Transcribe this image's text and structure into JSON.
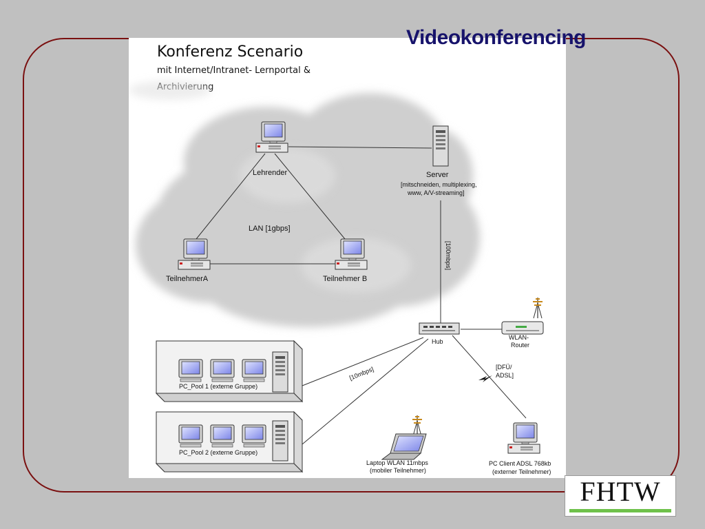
{
  "slide": {
    "title": "Videokonferencing",
    "frame_color": "#7a1010",
    "title_color": "#17136b",
    "background": "#c0c0c0"
  },
  "diagram": {
    "title": "Konferenz Scenario",
    "subtitle_line1": "mit Internet/Intranet- Lernportal &",
    "subtitle_line2": "Archivierung",
    "nodes": {
      "lehrender": "Lehrender",
      "server": "Server",
      "server_desc1": "[mitschneiden, multiplexing,",
      "server_desc2": "www, A/V-streaming]",
      "teilnehmer_a": "TeilnehmerA",
      "teilnehmer_b": "Teilnehmer B",
      "hub": "Hub",
      "wlan_router1": "WLAN-",
      "wlan_router2": "Router",
      "pool1": "PC_Pool 1 (externe Gruppe)",
      "pool2": "PC_Pool 2 (externe Gruppe)",
      "laptop1": "Laptop WLAN 11mbps",
      "laptop2": "(mobiler Teilnehmer)",
      "pc_client1": "PC Client ADSL 768kb",
      "pc_client2": "(externer Teilnehmer)"
    },
    "links": {
      "lan": "LAN [1gbps]",
      "server_hub": "[100mbps]",
      "pool_hub": "[10mbps]",
      "dfu1": "[DFÜ/",
      "dfu2": "ADSL]"
    }
  },
  "logo": {
    "text": "FHTW",
    "bar_color": "#6ec14a"
  }
}
